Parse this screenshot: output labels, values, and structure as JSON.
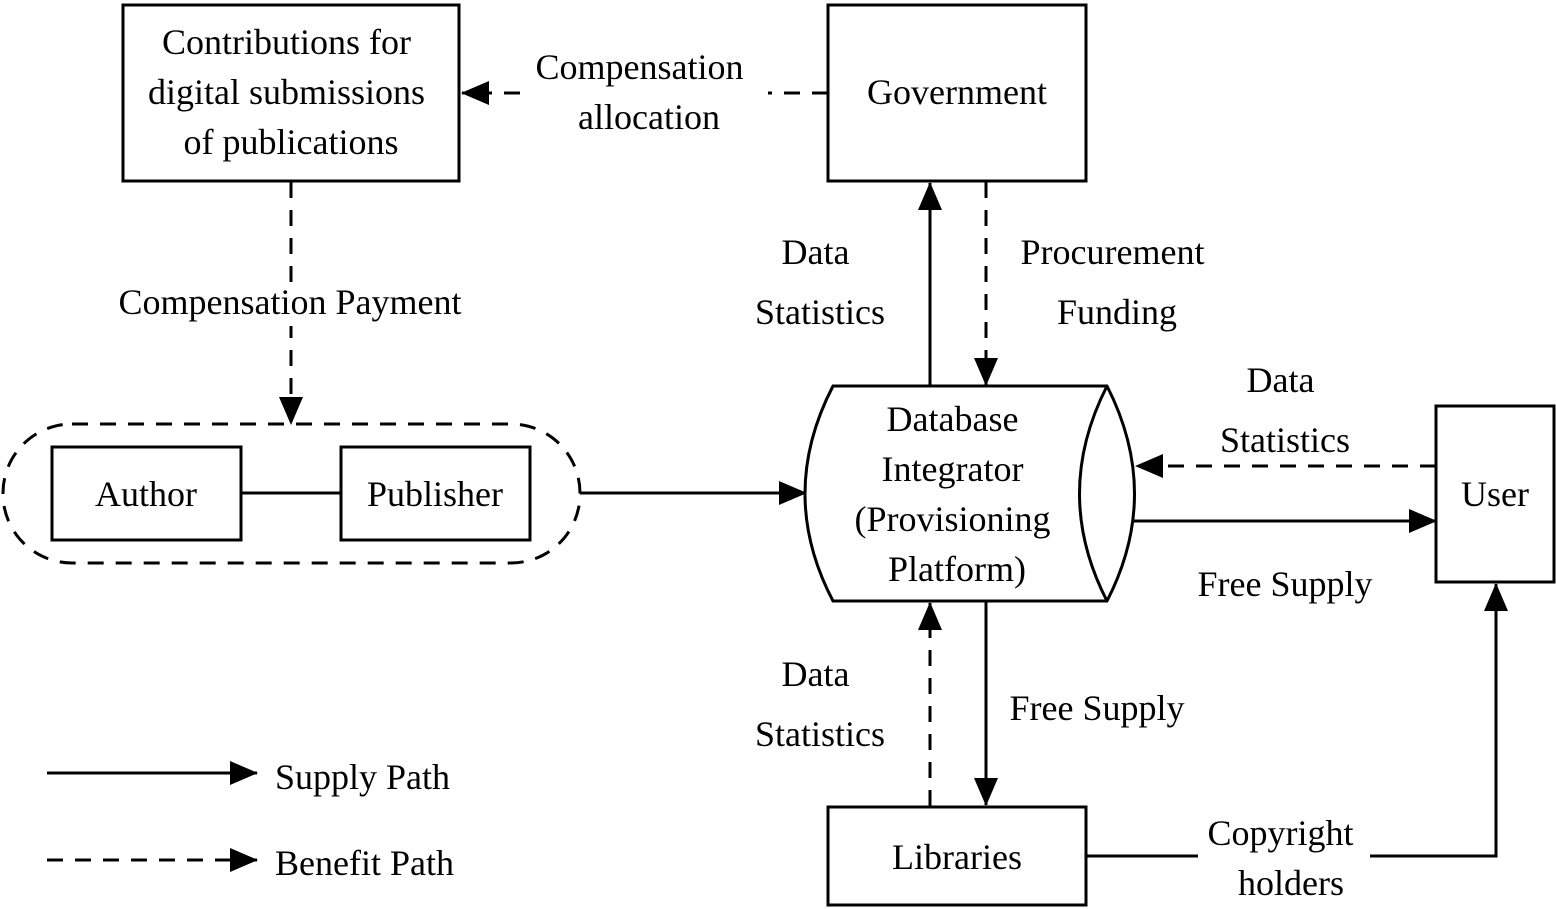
{
  "nodes": {
    "contributions": [
      "Contributions for",
      "digital submissions",
      "of publications"
    ],
    "government": "Government",
    "author": "Author",
    "publisher": "Publisher",
    "database": [
      "Database",
      "Integrator",
      "(Provisioning",
      "Platform)"
    ],
    "user": "User",
    "libraries": "Libraries"
  },
  "edges": {
    "compensation_allocation": [
      "Compensation",
      "allocation"
    ],
    "compensation_payment": "Compensation Payment",
    "data_statistics_gov": [
      "Data",
      "Statistics"
    ],
    "procurement_funding": [
      "Procurement",
      "Funding"
    ],
    "data_statistics_user": [
      "Data",
      "Statistics"
    ],
    "free_supply_user": "Free Supply",
    "data_statistics_lib": [
      "Data",
      "Statistics"
    ],
    "free_supply_lib": "Free Supply",
    "copyright_holders": [
      "Copyright",
      "holders"
    ]
  },
  "legend": {
    "supply": "Supply Path",
    "benefit": "Benefit Path"
  }
}
